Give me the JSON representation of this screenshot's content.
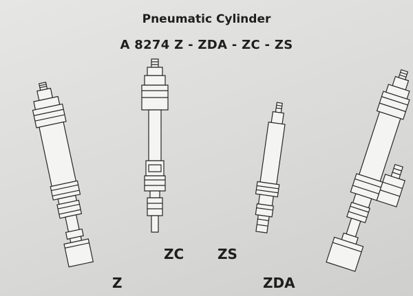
{
  "title": "Pneumatic Cylinder",
  "model": "A 8274 Z - ZDA - ZC - ZS",
  "labels": {
    "z": "Z",
    "zc": "ZC",
    "zs": "ZS",
    "zda": "ZDA"
  }
}
